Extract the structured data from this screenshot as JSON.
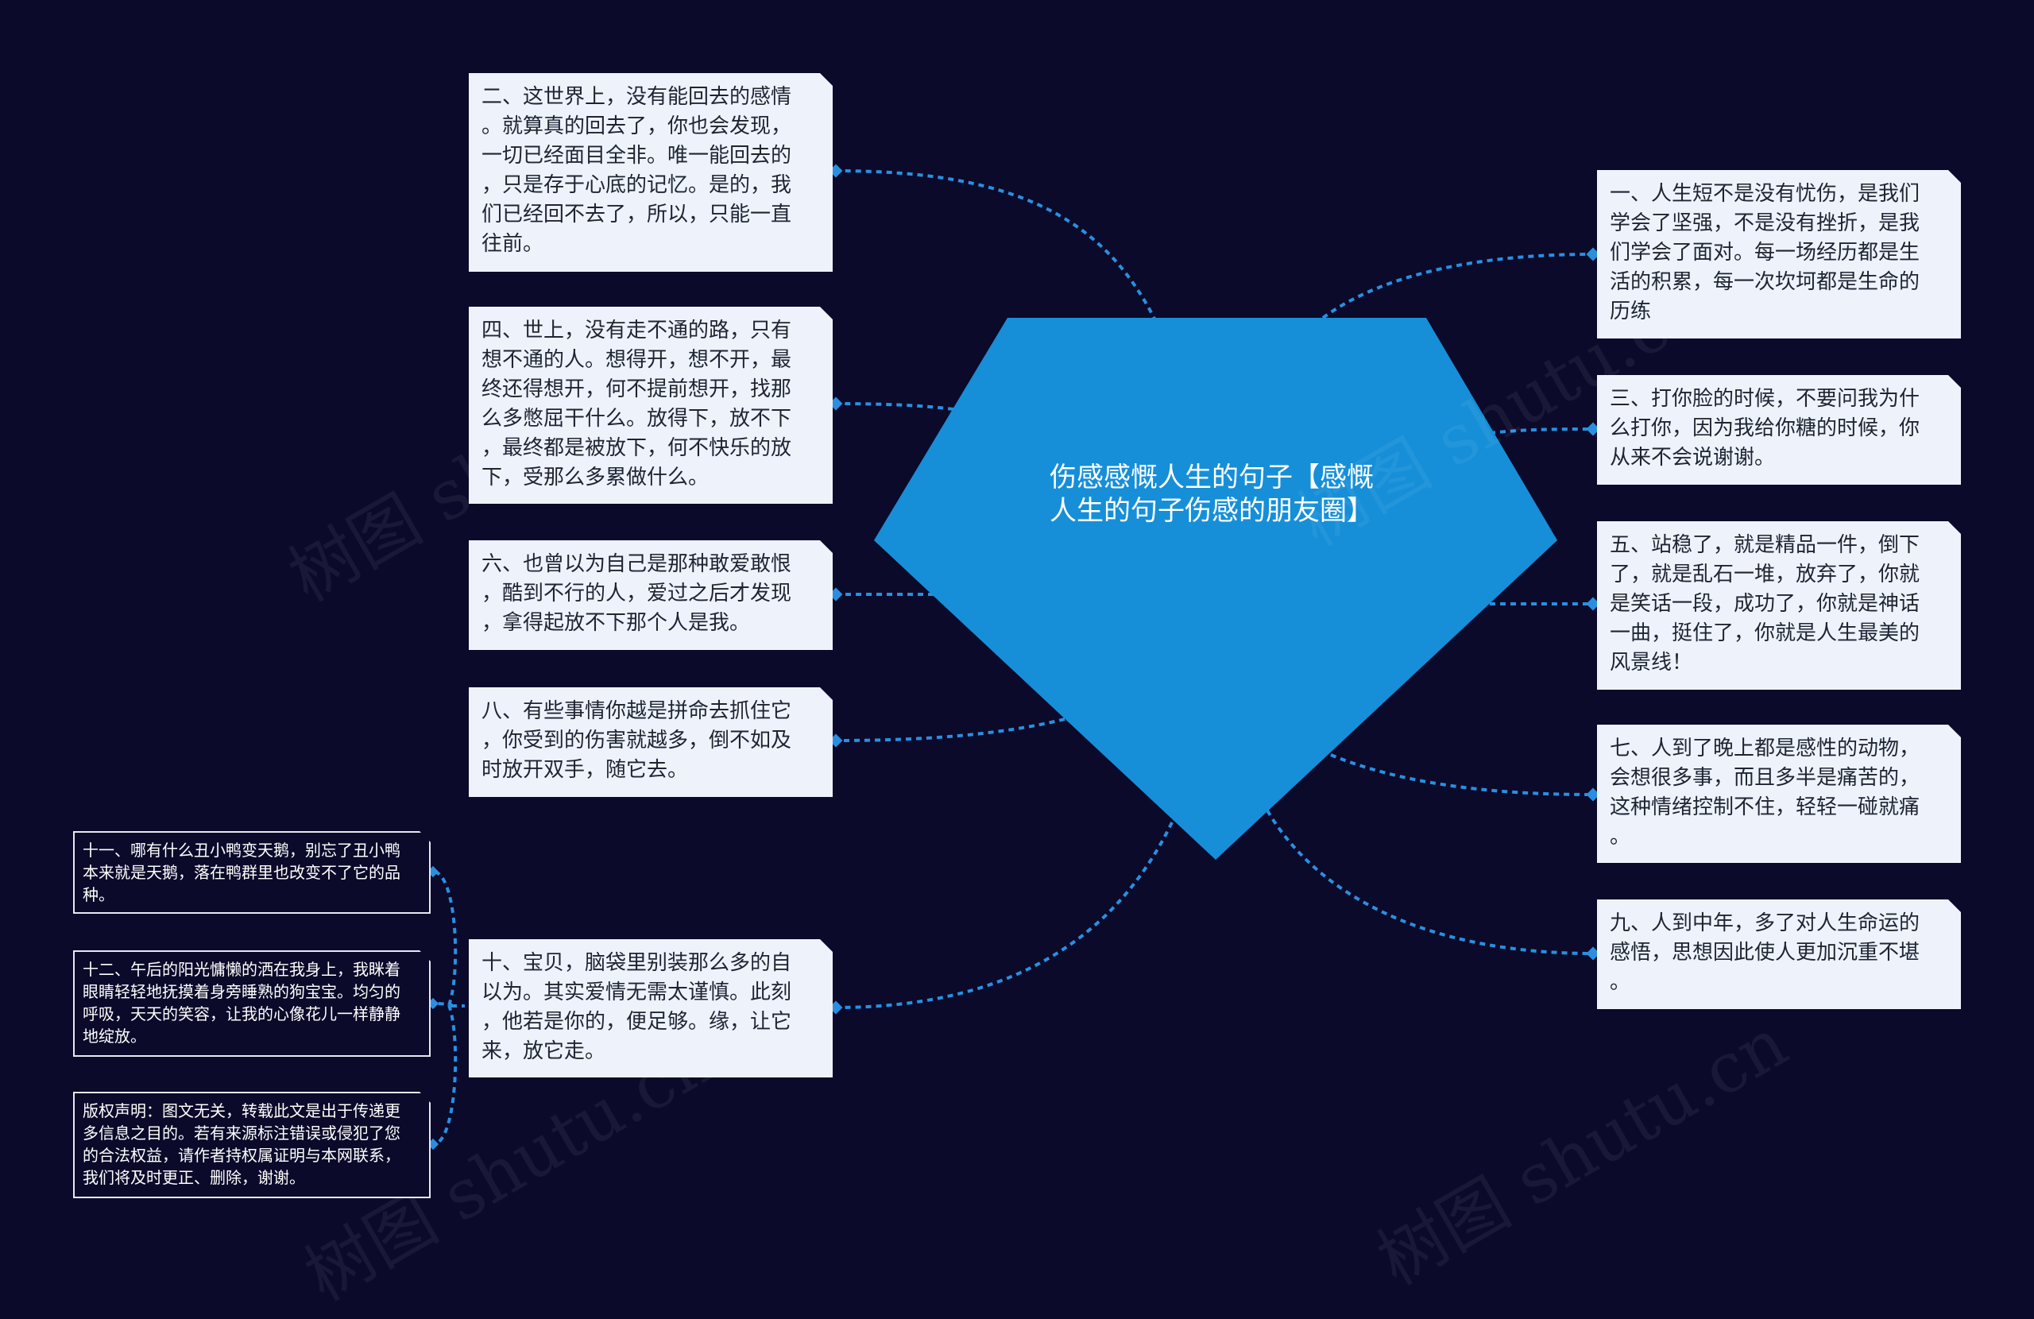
{
  "title": "伤感感慨人生的句子【感慨人生的句子伤感的朋友圈】",
  "colors": {
    "background": "#0b0a2a",
    "center": "#168fd8",
    "link": "#2a8fe0",
    "card": "#eef3fb"
  },
  "left_cards": [
    {
      "lines": [
        "二、这世界上，没有能回去的感情",
        "。就算真的回去了，你也会发现，",
        "一切已经面目全非。唯一能回去的",
        "，只是存于心底的记忆。是的，我",
        "们已经回不去了，所以，只能一直",
        "往前。"
      ]
    },
    {
      "lines": [
        "四、世上，没有走不通的路，只有",
        "想不通的人。想得开，想不开，最",
        "终还得想开，何不提前想开，找那",
        "么多憋屈干什么。放得下，放不下",
        "，最终都是被放下，何不快乐的放",
        "下，受那么多累做什么。"
      ]
    },
    {
      "lines": [
        "六、也曾以为自己是那种敢爱敢恨",
        "，酷到不行的人，爱过之后才发现",
        "，拿得起放不下那个人是我。"
      ]
    },
    {
      "lines": [
        "八、有些事情你越是拼命去抓住它",
        "，你受到的伤害就越多，倒不如及",
        "时放开双手，随它去。"
      ]
    },
    {
      "lines": [
        "十、宝贝，脑袋里别装那么多的自",
        "以为。其实爱情无需太谨慎。此刻",
        "，他若是你的，便足够。缘，让它",
        "来，放它走。"
      ]
    }
  ],
  "right_cards": [
    {
      "lines": [
        "一、人生短不是没有忧伤，是我们",
        "学会了坚强，不是没有挫折，是我",
        "们学会了面对。每一场经历都是生",
        "活的积累，每一次坎坷都是生命的",
        "历练"
      ]
    },
    {
      "lines": [
        "三、打你脸的时候，不要问我为什",
        "么打你，因为我给你糖的时候，你",
        "从来不会说谢谢。"
      ]
    },
    {
      "lines": [
        "五、站稳了，就是精品一件，倒下",
        "了，就是乱石一堆，放弃了，你就",
        "是笑话一段，成功了，你就是神话",
        "一曲，挺住了，你就是人生最美的",
        "风景线！"
      ]
    },
    {
      "lines": [
        "七、人到了晚上都是感性的动物，",
        "会想很多事，而且多半是痛苦的，",
        "这种情绪控制不住，轻轻一碰就痛",
        "。"
      ]
    },
    {
      "lines": [
        "九、人到中年，多了对人生命运的",
        "感悟，思想因此使人更加沉重不堪",
        "。"
      ]
    }
  ],
  "sub_cards": [
    {
      "lines": [
        "十一、哪有什么丑小鸭变天鹅，别忘了丑小鸭",
        "本来就是天鹅，落在鸭群里也改变不了它的品",
        "种。"
      ]
    },
    {
      "lines": [
        "十二、午后的阳光慵懒的洒在我身上，我眯着",
        "眼睛轻轻地抚摸着身旁睡熟的狗宝宝。均匀的",
        "呼吸，天天的笑容，让我的心像花儿一样静静",
        "地绽放。"
      ]
    },
    {
      "lines": [
        "版权声明：图文无关，转载此文是出于传递更",
        "多信息之目的。若有来源标注错误或侵犯了您",
        "的合法权益，请作者持权属证明与本网联系，",
        "我们将及时更正、删除，谢谢。"
      ]
    }
  ],
  "watermarks": [
    "树图 shutu.cn",
    "树图 shutu.cn",
    "树图 shutu.cn",
    "树图 shutu.cn"
  ]
}
